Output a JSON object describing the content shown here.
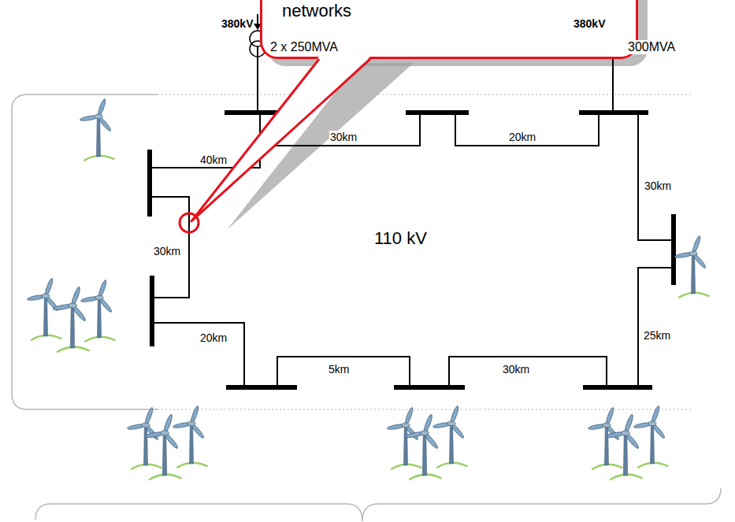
{
  "diagram": {
    "nodes": [
      {
        "text": [
          "networks"
        ]
      }
    ],
    "labels": [
      "380kV",
      "380kV",
      "2 x 250MVA",
      "300MVA",
      "30km",
      "20km",
      "40km",
      "30km",
      "30km",
      "110 kV",
      "25km",
      "20km",
      "5km",
      "30km"
    ]
  }
}
